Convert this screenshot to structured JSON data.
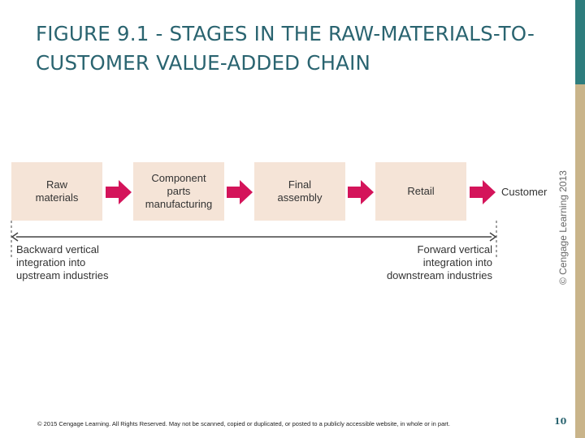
{
  "title": {
    "line1": "FIGURE 9.1 - STAGES IN THE RAW-MATERIALS-TO-",
    "line2": "CUSTOMER VALUE-ADDED CHAIN"
  },
  "stages": [
    "Raw\nmaterials",
    "Component\nparts\nmanufacturing",
    "Final\nassembly",
    "Retail"
  ],
  "customer": "Customer",
  "backward": "Backward vertical\nintegration into\nupstream industries",
  "forward": "Forward vertical\nintegration into\ndownstream industries",
  "image_credit": "© Cengage Learning 2013",
  "footer": "© 2015 Cengage Learning. All Rights Reserved. May not be scanned, copied or duplicated, or posted to a publicly accessible website, in whole or in part.",
  "page_number": "10",
  "colors": {
    "arrow": "#d4145a",
    "box": "#f5e4d7",
    "title": "#2a6470"
  }
}
